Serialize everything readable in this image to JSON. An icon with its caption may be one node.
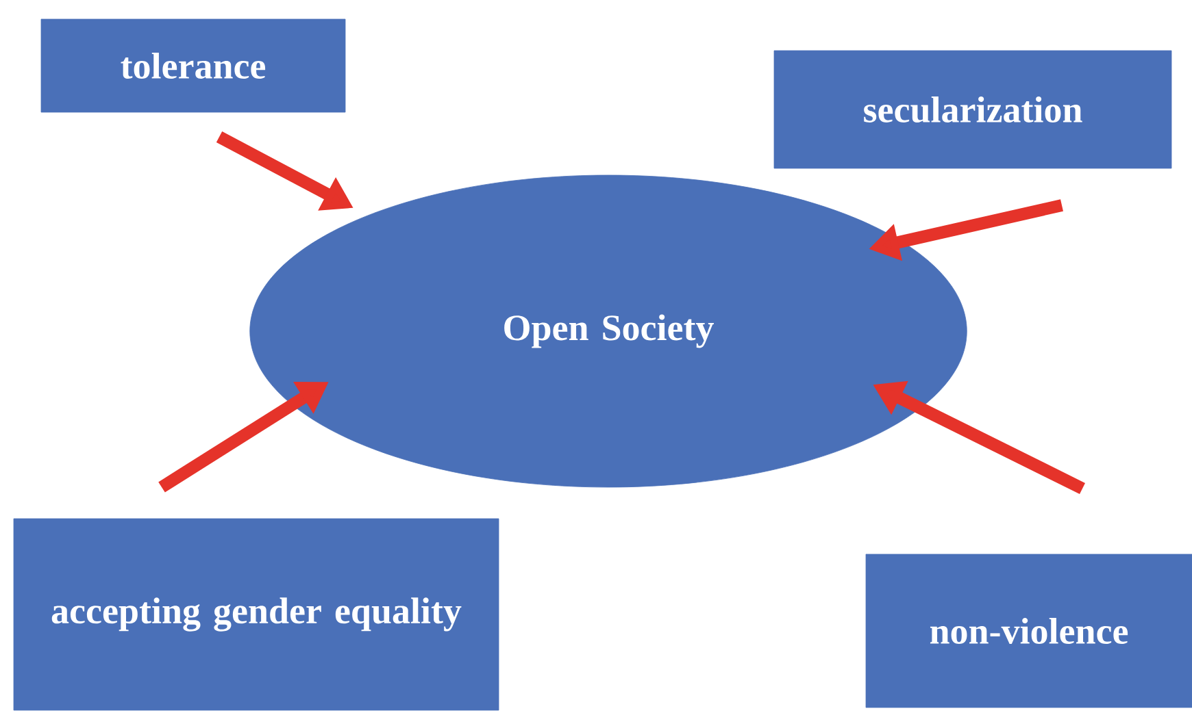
{
  "diagram": {
    "nodes": [
      {
        "text": [
          "tolerance"
        ]
      },
      {
        "text": [
          "secularization"
        ]
      },
      {
        "text": [
          "Open Society"
        ]
      },
      {
        "text": [
          "accepting gender equality"
        ]
      },
      {
        "text": [
          "non-violence"
        ]
      }
    ],
    "edges": [
      {
        "from": 0,
        "to": 2,
        "arrow": "to"
      },
      {
        "from": 1,
        "to": 2,
        "arrow": "to"
      },
      {
        "from": 3,
        "to": 2,
        "arrow": "to"
      },
      {
        "from": 4,
        "to": 2,
        "arrow": "to"
      }
    ]
  }
}
